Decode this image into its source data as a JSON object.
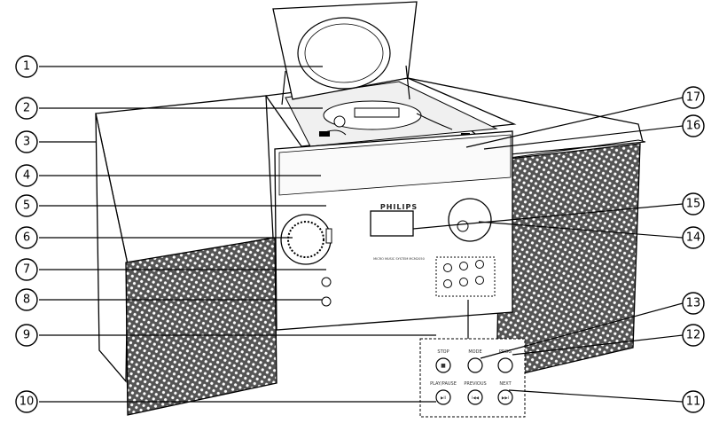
{
  "device": {
    "brand": "PHILIPS",
    "model_caption": "MICRO MUSIC SYSTEM MCM2050"
  },
  "callouts": [
    {
      "number": "1"
    },
    {
      "number": "2"
    },
    {
      "number": "3"
    },
    {
      "number": "4"
    },
    {
      "number": "5"
    },
    {
      "number": "6"
    },
    {
      "number": "7"
    },
    {
      "number": "8"
    },
    {
      "number": "9"
    },
    {
      "number": "10"
    },
    {
      "number": "11"
    },
    {
      "number": "12"
    },
    {
      "number": "13"
    },
    {
      "number": "14"
    },
    {
      "number": "15"
    },
    {
      "number": "16"
    },
    {
      "number": "17"
    }
  ],
  "inset_buttons": [
    {
      "label": "STOP",
      "icon": "stop-icon",
      "glyph": "■"
    },
    {
      "label": "MODE",
      "icon": "",
      "glyph": ""
    },
    {
      "label": "PROG",
      "icon": "",
      "glyph": ""
    },
    {
      "label": "PLAY/PAUSE",
      "icon": "play-pause-icon",
      "glyph": "▶II"
    },
    {
      "label": "PREVIOUS",
      "icon": "previous-icon",
      "glyph": "I◀◀"
    },
    {
      "label": "NEXT",
      "icon": "next-icon",
      "glyph": "▶▶I"
    }
  ],
  "colors": {
    "line": "#000000",
    "grille": "#2a2a2a",
    "body": "#ffffff"
  }
}
